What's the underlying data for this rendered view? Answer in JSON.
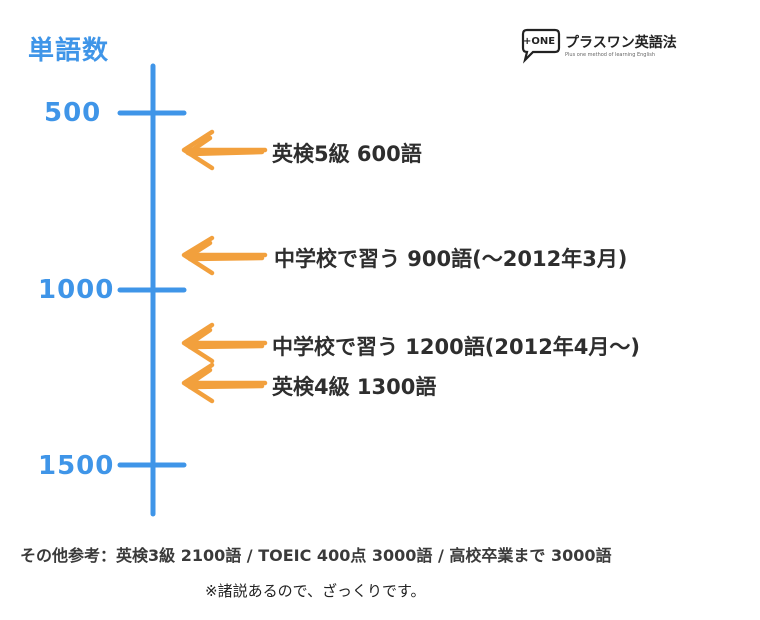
{
  "title": "単語数",
  "logo": {
    "main": "プラスワン英語法",
    "sub": "Plus one method of learning English",
    "mark": "+ONE"
  },
  "colors": {
    "axis": "#3f95e8",
    "arrow": "#f2a03d",
    "text": "#2e2e2e"
  },
  "chart_data": {
    "type": "diagram",
    "axis_ticks": [
      "500",
      "1000",
      "1500"
    ],
    "annotations": [
      {
        "text": "英検5級 600語",
        "value": 600
      },
      {
        "text": "中学校で習う 900語(～2012年3月)",
        "value": 900
      },
      {
        "text": "中学校で習う 1200語(2012年4月～)",
        "value": 1200
      },
      {
        "text": "英検4級 1300語",
        "value": 1300
      }
    ]
  },
  "footer": "その他参考：英検3級 2100語  / TOEIC 400点 3000語 / 高校卒業まで 3000語",
  "note": "※諸説あるので、ざっくりです。"
}
